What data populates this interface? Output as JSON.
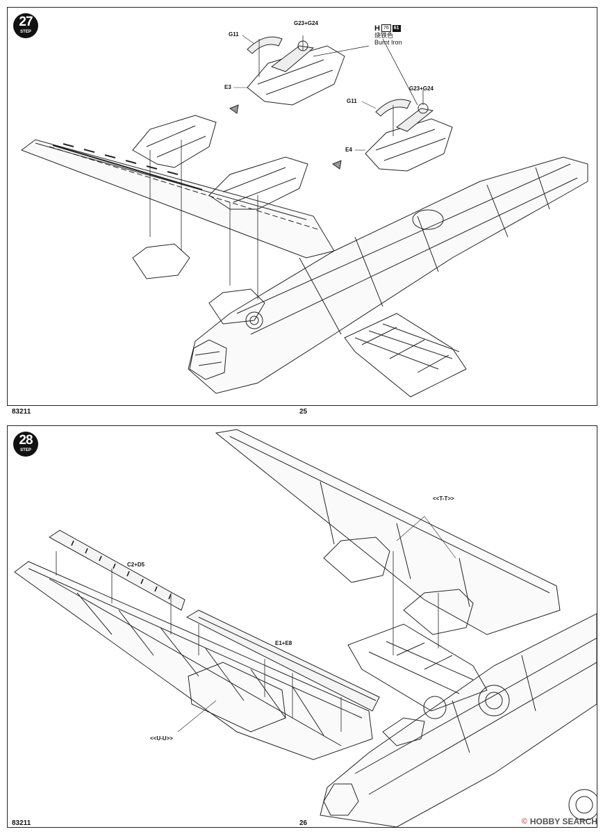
{
  "pages": [
    {
      "step": {
        "number": "27",
        "word": "STEP"
      },
      "model_code": "83211",
      "page_number": "25",
      "labels": {
        "g11_top": "G11",
        "g23_g24_top": "G23+G24",
        "e3": "E3",
        "g11_mid": "G11",
        "g23_g24_mid": "G23+G24",
        "e4": "E4"
      },
      "paint": {
        "letter": "H",
        "code1": "76",
        "code2": "61",
        "name_cn": "烧铁色",
        "name_en": "Burnt Iron"
      }
    },
    {
      "step": {
        "number": "28",
        "word": "STEP"
      },
      "model_code": "83211",
      "page_number": "26",
      "labels": {
        "c2_d5": "C2+D5",
        "e1_e8": "E1+E8",
        "section_tt": "<<T-T>>",
        "section_uu": "<<U-U>>"
      }
    }
  ],
  "watermark": {
    "icon": "copyright-icon",
    "text": "HOBBY SEARCH"
  }
}
